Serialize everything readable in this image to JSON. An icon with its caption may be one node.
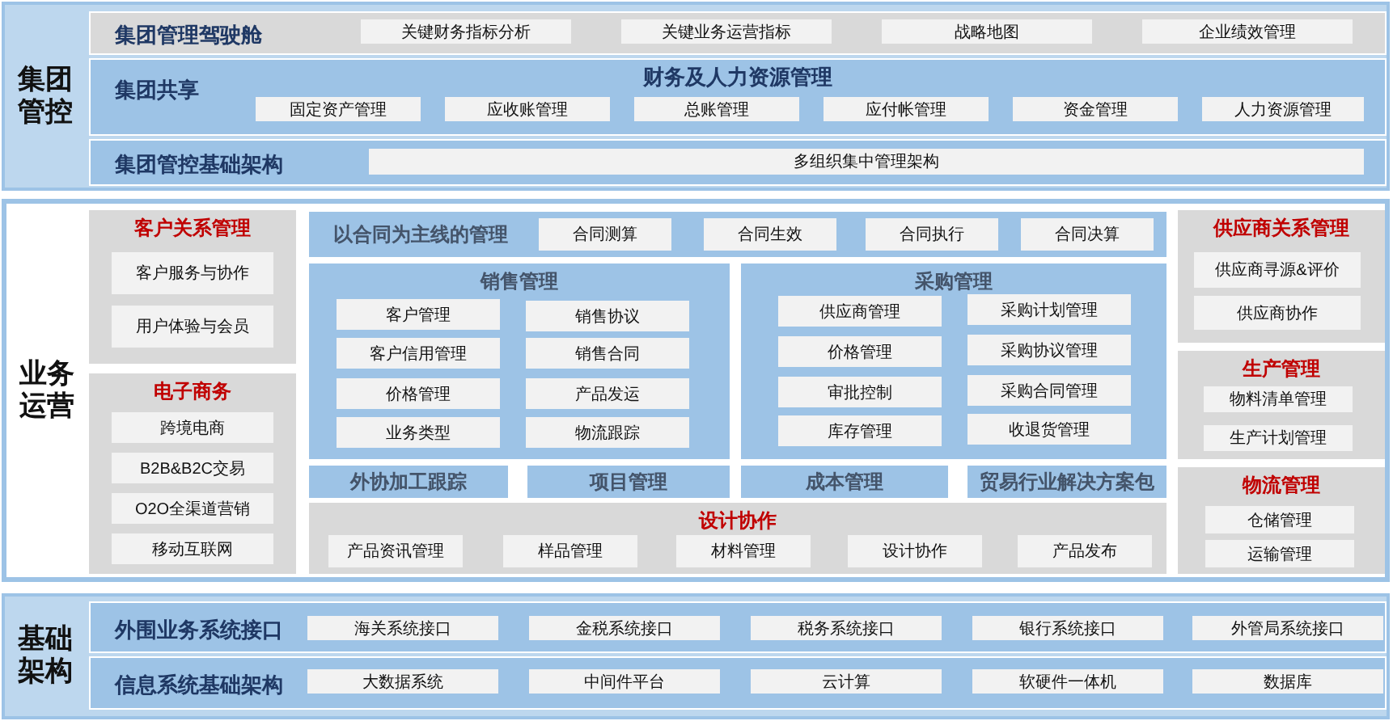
{
  "diagram": {
    "nodes": [
      {
        "text": [
          "集团管控"
        ]
      },
      {
        "text": [
          "集团管理驾驶舱"
        ],
        "in": 0
      },
      {
        "text": [
          "关键财务指标分析"
        ],
        "in": 1
      },
      {
        "text": [
          "关键业务运营指标"
        ],
        "in": 1
      },
      {
        "text": [
          "战略地图"
        ],
        "in": 1
      },
      {
        "text": [
          "企业绩效管理"
        ],
        "in": 1
      },
      {
        "text": [
          "集团共享",
          "财务及人力资源管理"
        ],
        "in": 0
      },
      {
        "text": [
          "固定资产管理"
        ],
        "in": 6
      },
      {
        "text": [
          "应收账管理"
        ],
        "in": 6
      },
      {
        "text": [
          "总账管理"
        ],
        "in": 6
      },
      {
        "text": [
          "应付帐管理"
        ],
        "in": 6
      },
      {
        "text": [
          "资金管理"
        ],
        "in": 6
      },
      {
        "text": [
          "人力资源管理"
        ],
        "in": 6
      },
      {
        "text": [
          "集团管控基础架构"
        ],
        "in": 0
      },
      {
        "text": [
          "多组织集中管理架构"
        ],
        "in": 13
      },
      {
        "text": [
          "业务运营"
        ]
      },
      {
        "text": [
          "客户关系管理"
        ],
        "in": 15
      },
      {
        "text": [
          "客户服务与协作"
        ],
        "in": 16
      },
      {
        "text": [
          "用户体验与会员"
        ],
        "in": 16
      },
      {
        "text": [
          "电子商务"
        ],
        "in": 15
      },
      {
        "text": [
          "跨境电商"
        ],
        "in": 19
      },
      {
        "text": [
          "B2B&B2C交易"
        ],
        "in": 19
      },
      {
        "text": [
          "O2O全渠道营销"
        ],
        "in": 19
      },
      {
        "text": [
          "移动互联网"
        ],
        "in": 19
      },
      {
        "text": [
          "以合同为主线的管理"
        ],
        "in": 15
      },
      {
        "text": [
          "合同测算"
        ],
        "in": 24
      },
      {
        "text": [
          "合同生效"
        ],
        "in": 24
      },
      {
        "text": [
          "合同执行"
        ],
        "in": 24
      },
      {
        "text": [
          "合同决算"
        ],
        "in": 24
      },
      {
        "text": [
          "销售管理"
        ],
        "in": 15
      },
      {
        "text": [
          "客户管理"
        ],
        "in": 29
      },
      {
        "text": [
          "销售协议"
        ],
        "in": 29
      },
      {
        "text": [
          "客户信用管理"
        ],
        "in": 29
      },
      {
        "text": [
          "销售合同"
        ],
        "in": 29
      },
      {
        "text": [
          "价格管理"
        ],
        "in": 29
      },
      {
        "text": [
          "产品发运"
        ],
        "in": 29
      },
      {
        "text": [
          "业务类型"
        ],
        "in": 29
      },
      {
        "text": [
          "物流跟踪"
        ],
        "in": 29
      },
      {
        "text": [
          "采购管理"
        ],
        "in": 15
      },
      {
        "text": [
          "供应商管理"
        ],
        "in": 38
      },
      {
        "text": [
          "采购计划管理"
        ],
        "in": 38
      },
      {
        "text": [
          "价格管理"
        ],
        "in": 38
      },
      {
        "text": [
          "采购协议管理"
        ],
        "in": 38
      },
      {
        "text": [
          "审批控制"
        ],
        "in": 38
      },
      {
        "text": [
          "采购合同管理"
        ],
        "in": 38
      },
      {
        "text": [
          "库存管理"
        ],
        "in": 38
      },
      {
        "text": [
          "收退货管理"
        ],
        "in": 38
      },
      {
        "text": [
          "外协加工跟踪"
        ],
        "in": 15
      },
      {
        "text": [
          "项目管理"
        ],
        "in": 15
      },
      {
        "text": [
          "成本管理"
        ],
        "in": 15
      },
      {
        "text": [
          "贸易行业解决方案包"
        ],
        "in": 15
      },
      {
        "text": [
          "设计协作"
        ],
        "in": 15
      },
      {
        "text": [
          "产品资讯管理"
        ],
        "in": 51
      },
      {
        "text": [
          "样品管理"
        ],
        "in": 51
      },
      {
        "text": [
          "材料管理"
        ],
        "in": 51
      },
      {
        "text": [
          "设计协作"
        ],
        "in": 51
      },
      {
        "text": [
          "产品发布"
        ],
        "in": 51
      },
      {
        "text": [
          "供应商关系管理"
        ],
        "in": 15
      },
      {
        "text": [
          "供应商寻源&评价"
        ],
        "in": 57
      },
      {
        "text": [
          "供应商协作"
        ],
        "in": 57
      },
      {
        "text": [
          "生产管理"
        ],
        "in": 15
      },
      {
        "text": [
          "物料清单管理"
        ],
        "in": 60
      },
      {
        "text": [
          "生产计划管理"
        ],
        "in": 60
      },
      {
        "text": [
          "物流管理"
        ],
        "in": 15
      },
      {
        "text": [
          "仓储管理"
        ],
        "in": 63
      },
      {
        "text": [
          "运输管理"
        ],
        "in": 63
      },
      {
        "text": [
          "基础架构"
        ]
      },
      {
        "text": [
          "外围业务系统接口"
        ],
        "in": 66
      },
      {
        "text": [
          "海关系统接口"
        ],
        "in": 67
      },
      {
        "text": [
          "金税系统接口"
        ],
        "in": 67
      },
      {
        "text": [
          "税务系统接口"
        ],
        "in": 67
      },
      {
        "text": [
          "银行系统接口"
        ],
        "in": 67
      },
      {
        "text": [
          "外管局系统接口"
        ],
        "in": 67
      },
      {
        "text": [
          "信息系统基础架构"
        ],
        "in": 66
      },
      {
        "text": [
          "大数据系统"
        ],
        "in": 73
      },
      {
        "text": [
          "中间件平台"
        ],
        "in": 73
      },
      {
        "text": [
          "云计算"
        ],
        "in": 73
      },
      {
        "text": [
          "软硬件一体机"
        ],
        "in": 73
      },
      {
        "text": [
          "数据库"
        ],
        "in": 73
      }
    ]
  }
}
